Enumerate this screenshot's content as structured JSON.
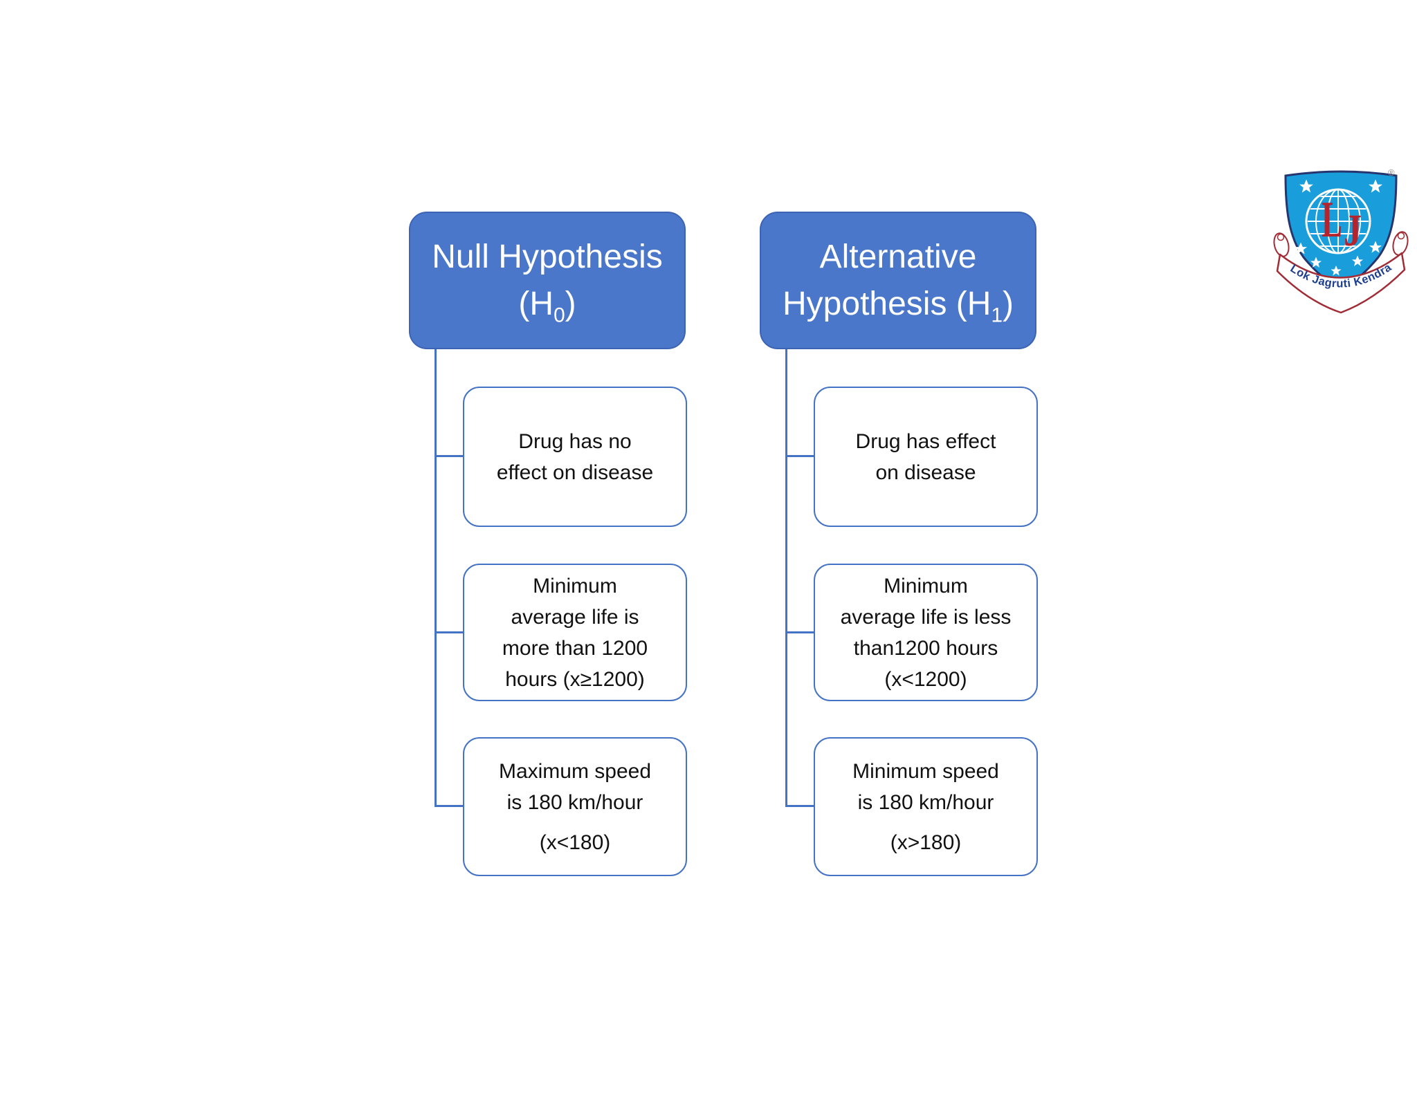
{
  "colors": {
    "background": "#ffffff",
    "header_fill": "#4a77c9",
    "header_border": "#3c63b4",
    "header_text": "#ffffff",
    "child_fill": "#ffffff",
    "child_border": "#4472c4",
    "child_text": "#111111",
    "connector": "#4472c4",
    "logo_shield": "#1a9ddb",
    "logo_shield_border": "#27356e",
    "logo_letters": "#b5232d",
    "logo_ribbon_border": "#a12c35",
    "logo_ribbon_text": "#1e3f8f"
  },
  "diagram": {
    "columns": [
      {
        "header": {
          "line1": "Null Hypothesis",
          "line2_pre": "(H",
          "line2_sub": "0",
          "line2_post": ")"
        },
        "children": [
          {
            "lines": [
              "Drug has no",
              "effect on disease"
            ],
            "note": ""
          },
          {
            "lines": [
              "Minimum",
              "average life is",
              "more than 1200",
              "hours (x≥1200)"
            ],
            "note": ""
          },
          {
            "lines": [
              "Maximum speed",
              "is 180 km/hour"
            ],
            "note": "(x<180)"
          }
        ]
      },
      {
        "header": {
          "line1": "Alternative",
          "line2_pre": "Hypothesis (H",
          "line2_sub": "1",
          "line2_post": ")"
        },
        "children": [
          {
            "lines": [
              "Drug has effect",
              "on disease"
            ],
            "note": ""
          },
          {
            "lines": [
              "Minimum",
              "average life is less",
              "than1200 hours",
              "(x<1200)"
            ],
            "note": ""
          },
          {
            "lines": [
              "Minimum speed",
              "is 180 km/hour"
            ],
            "note": "(x>180)"
          }
        ]
      }
    ]
  },
  "logo": {
    "monogram_l": "L",
    "monogram_j": "J",
    "banner_text": "Lok Jagruti Kendra",
    "registered_mark": "®"
  }
}
